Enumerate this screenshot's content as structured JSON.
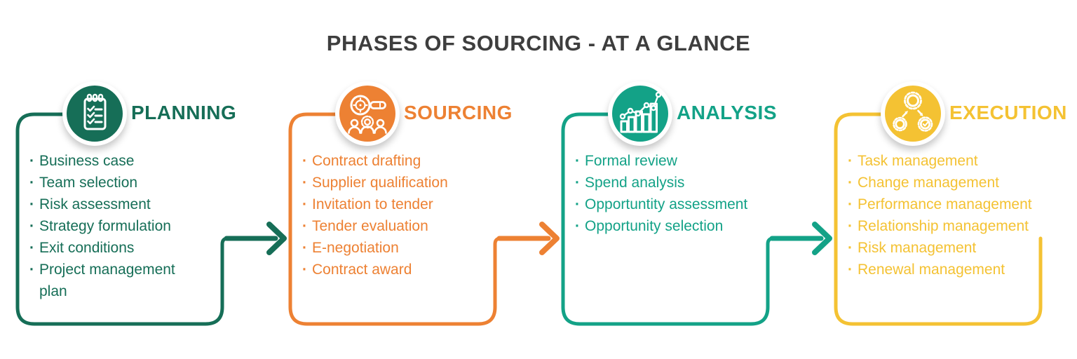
{
  "title": "PHASES OF SOURCING - AT A GLANCE",
  "title_color": "#3E3E3E",
  "phases": [
    {
      "name": "PLANNING",
      "color": "#166E57",
      "icon": "checklist-icon",
      "items": [
        "Business case",
        "Team selection",
        "Risk assessment",
        "Strategy formulation",
        "Exit conditions",
        "Project management plan"
      ]
    },
    {
      "name": "SOURCING",
      "color": "#ED8133",
      "icon": "supplier-search-icon",
      "items": [
        "Contract drafting",
        "Supplier qualification",
        "Invitation to tender",
        "Tender evaluation",
        "E-negotiation",
        "Contract award"
      ]
    },
    {
      "name": "ANALYSIS",
      "color": "#13A287",
      "icon": "bar-chart-icon",
      "items": [
        "Formal review",
        "Spend analysis",
        "Opportuntity assessment",
        "Opportunity selection"
      ]
    },
    {
      "name": "EXECUTION",
      "color": "#F4C233",
      "icon": "gears-icon",
      "items": [
        "Task management",
        "Change management",
        "Performance management",
        "Relationship management",
        "Risk management",
        "Renewal management"
      ]
    }
  ]
}
